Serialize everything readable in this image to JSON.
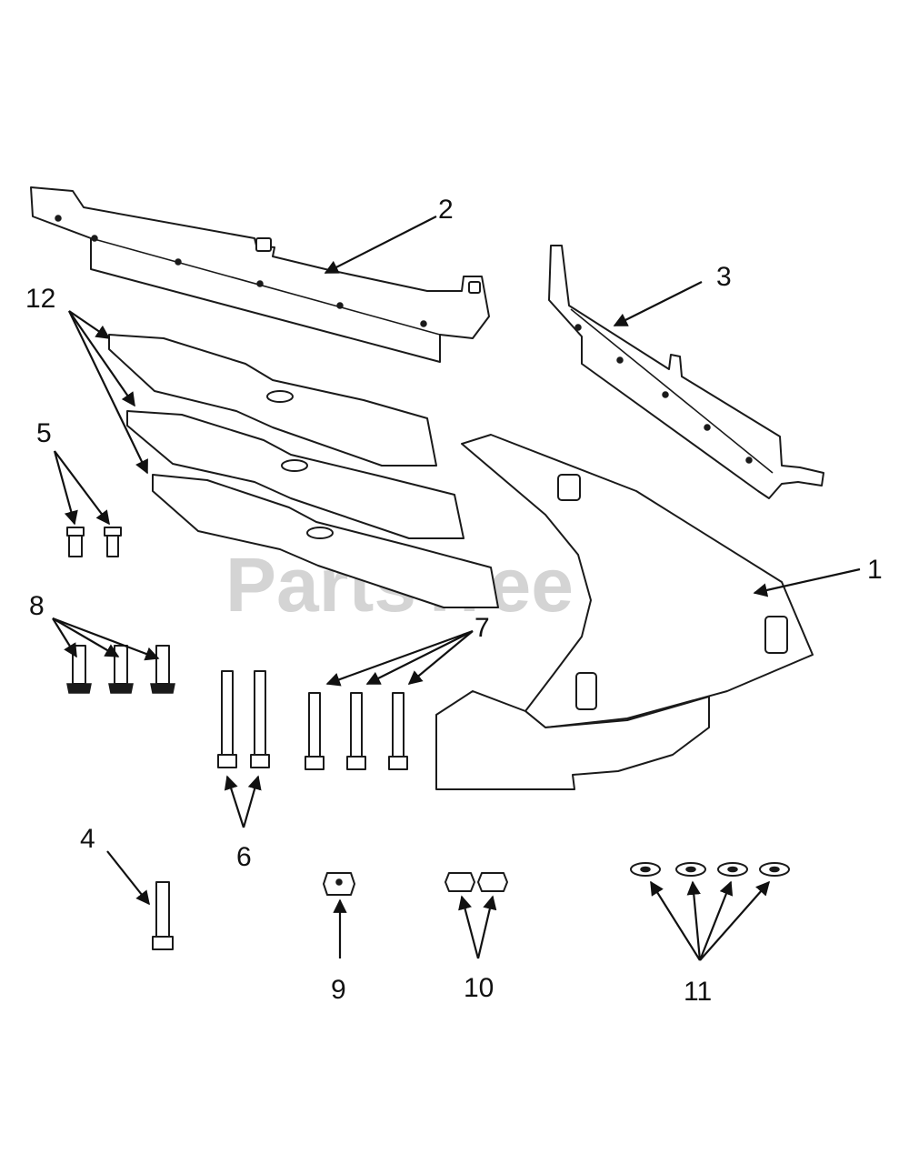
{
  "watermark": {
    "text": "PartsTree",
    "tm": "™"
  },
  "callouts": [
    {
      "id": "1",
      "label": "1"
    },
    {
      "id": "2",
      "label": "2"
    },
    {
      "id": "3",
      "label": "3"
    },
    {
      "id": "4",
      "label": "4"
    },
    {
      "id": "5",
      "label": "5"
    },
    {
      "id": "6",
      "label": "6"
    },
    {
      "id": "7",
      "label": "7"
    },
    {
      "id": "8",
      "label": "8"
    },
    {
      "id": "9",
      "label": "9"
    },
    {
      "id": "10",
      "label": "10"
    },
    {
      "id": "11",
      "label": "11"
    },
    {
      "id": "12",
      "label": "12"
    }
  ]
}
